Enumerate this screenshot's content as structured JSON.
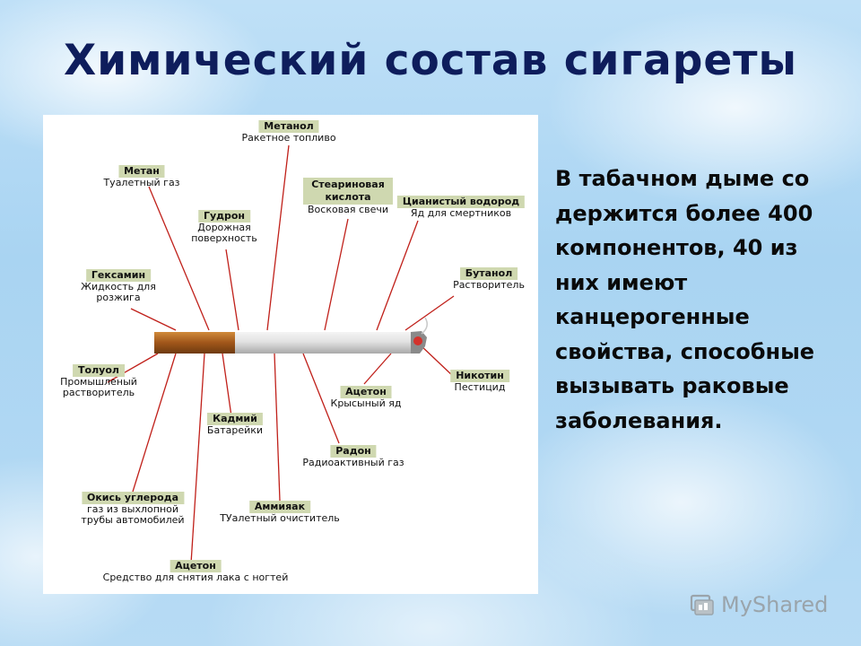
{
  "title": "Химический состав сигареты",
  "side_text": "В табачном дыме со держится более 400 компонентов, 40 из них имеют канцерогенные свойства, способные вызывать раковые заболевания.",
  "logo_text": "MyShared",
  "colors": {
    "title": "#0e1d5c",
    "label_box": "#cfd8b0",
    "line": "#c0201a",
    "filter": "#b5651d"
  },
  "labels": [
    {
      "id": "methanol",
      "name": "Метанол",
      "desc": [
        "Ракетное топливо"
      ]
    },
    {
      "id": "methane",
      "name": "Метан",
      "desc": [
        "Туалетный газ"
      ]
    },
    {
      "id": "stearin",
      "name": "Стеариновая кислота",
      "desc": [
        "Восковая свечи"
      ]
    },
    {
      "id": "hcn",
      "name": "Цианистый водород",
      "desc": [
        "Яд для смертников"
      ]
    },
    {
      "id": "tar",
      "name": "Гудрон",
      "desc": [
        "Дорожная",
        "поверхность"
      ]
    },
    {
      "id": "hexamine",
      "name": "Гексамин",
      "desc": [
        "Жидкость для",
        "розжига"
      ]
    },
    {
      "id": "butane",
      "name": "Бутанол",
      "desc": [
        "Растворитель"
      ]
    },
    {
      "id": "toluene",
      "name": "Толуол",
      "desc": [
        "Промышленый",
        "растворитель"
      ]
    },
    {
      "id": "nicotine",
      "name": "Никотин",
      "desc": [
        "Пестицид"
      ]
    },
    {
      "id": "acetone1",
      "name": "Ацетон",
      "desc": [
        "Крысыный яд"
      ]
    },
    {
      "id": "cadmium",
      "name": "Кадмий",
      "desc": [
        "Батарейки"
      ]
    },
    {
      "id": "radon",
      "name": "Радон",
      "desc": [
        "Радиоактивный газ"
      ]
    },
    {
      "id": "co",
      "name": "Окись углерода",
      "desc": [
        "газ из выхлопной",
        "трубы автомобилей"
      ]
    },
    {
      "id": "ammonia",
      "name": "Аммияак",
      "desc": [
        "ТУалетный очиститель"
      ]
    },
    {
      "id": "acetone2",
      "name": "Ацетон",
      "desc": [
        "Средство для снятия лака с ногтей"
      ]
    }
  ]
}
